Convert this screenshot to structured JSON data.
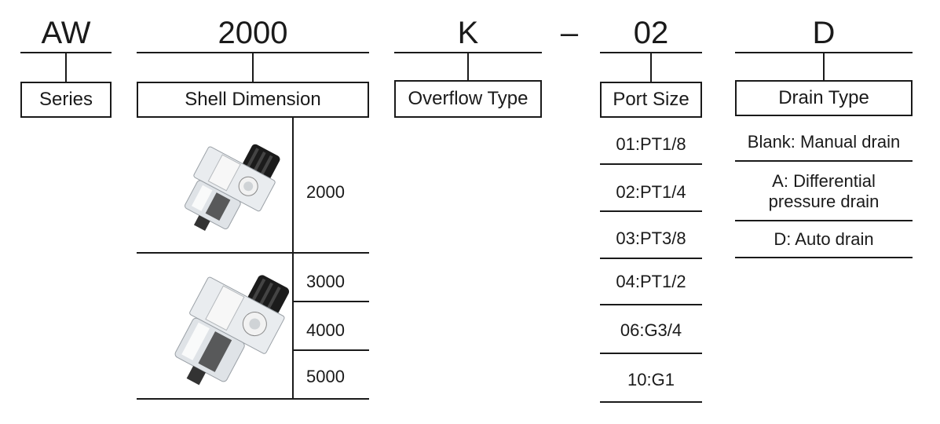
{
  "codes": {
    "series": "AW",
    "shell": "2000",
    "overflow": "K",
    "dash": "–",
    "port": "02",
    "drain": "D"
  },
  "headers": {
    "series": "Series",
    "shell": "Shell Dimension",
    "overflow": "Overflow Type",
    "port": "Port Size",
    "drain": "Drain Type"
  },
  "shell_options": [
    "2000",
    "3000",
    "4000",
    "5000"
  ],
  "port_options": [
    "01:PT1/8",
    "02:PT1/4",
    "03:PT3/8",
    "04:PT1/2",
    "06:G3/4",
    "10:G1"
  ],
  "drain_options": [
    "Blank: Manual drain",
    "A: Differential pressure drain",
    "D: Auto drain"
  ]
}
